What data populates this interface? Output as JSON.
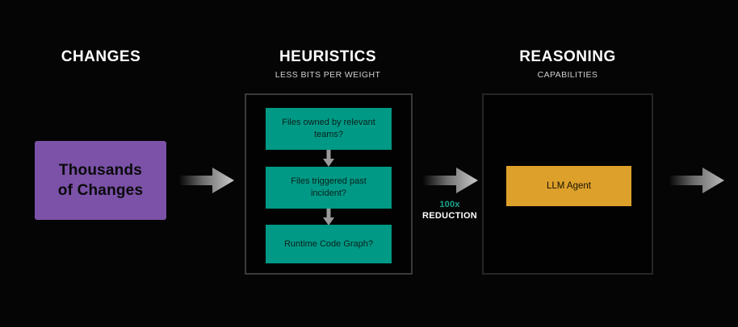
{
  "background_color": "#050505",
  "palette": {
    "purple": "#7b52a8",
    "teal": "#009985",
    "orange": "#dda02a",
    "accent_teal_text": "#1aa58c",
    "container_border_heuristics": "#3a3a3a",
    "container_border_reasoning": "#262626",
    "arrow_gradient_from": "#000000",
    "arrow_gradient_to": "#c9c9c9"
  },
  "columns": [
    {
      "key": "changes",
      "title": "CHANGES",
      "subtitle": ""
    },
    {
      "key": "heuristics",
      "title": "HEURISTICS",
      "subtitle": "LESS BITS PER WEIGHT"
    },
    {
      "key": "reasoning",
      "title": "REASONING",
      "subtitle": "CAPABILITIES"
    }
  ],
  "source": {
    "label": "Thousands\nof Changes",
    "line1": "Thousands",
    "line2": "of Changes"
  },
  "heuristics": {
    "steps": [
      {
        "label": "Files owned by relevant teams?"
      },
      {
        "label": "Files triggered past incident?"
      },
      {
        "label": "Runtime Code Graph?"
      }
    ]
  },
  "reasoning": {
    "agent_label": "LLM Agent"
  },
  "reduction": {
    "multiplier": "100x",
    "word": "REDUCTION"
  },
  "arrows": [
    {
      "name": "changes-to-heuristics",
      "direction": "right"
    },
    {
      "name": "heuristics-to-reasoning",
      "direction": "right"
    },
    {
      "name": "reasoning-output",
      "direction": "right"
    }
  ],
  "connector_arrows": [
    {
      "name": "step1-to-step2",
      "direction": "down"
    },
    {
      "name": "step2-to-step3",
      "direction": "down"
    }
  ]
}
